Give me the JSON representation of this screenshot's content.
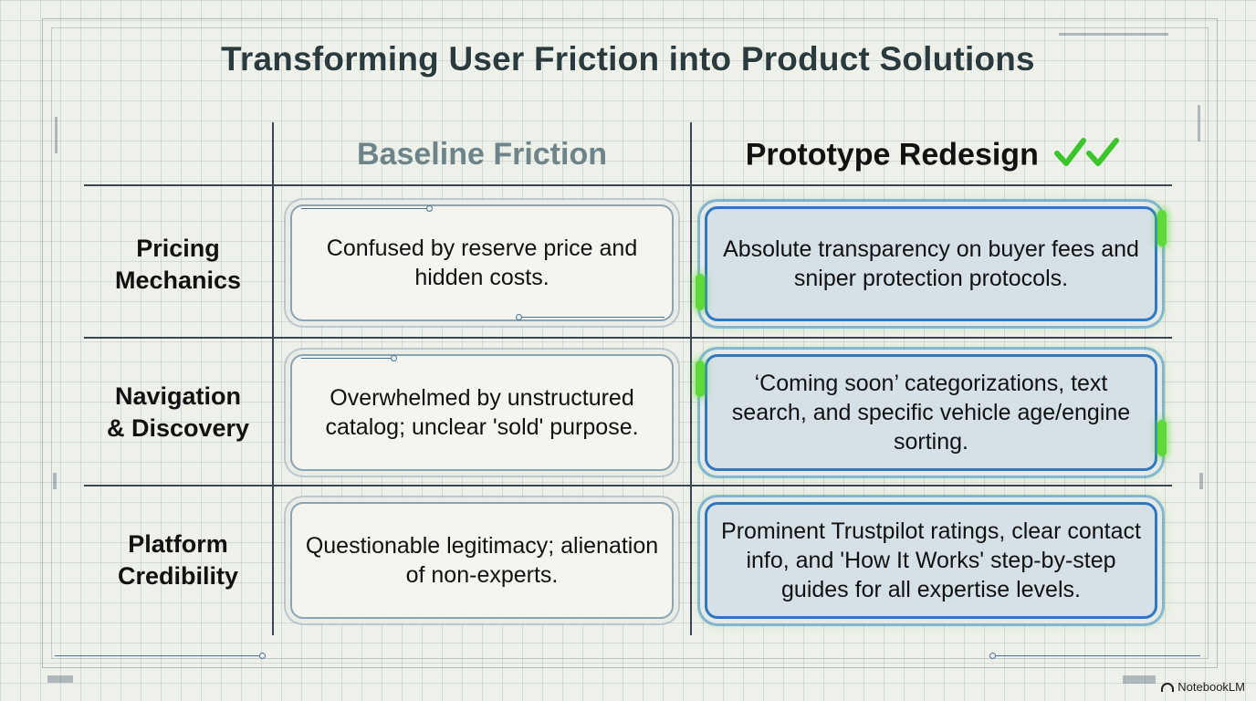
{
  "title": "Transforming User Friction into Product Solutions",
  "columns": {
    "baseline": "Baseline Friction",
    "prototype": "Prototype Redesign"
  },
  "rows": [
    {
      "label_line1": "Pricing",
      "label_line2": "Mechanics",
      "baseline": "Confused by reserve price and hidden costs.",
      "prototype": "Absolute transparency on buyer fees and sniper protection protocols."
    },
    {
      "label_line1": "Navigation",
      "label_line2": "& Discovery",
      "baseline": "Overwhelmed by unstructured catalog; unclear 'sold' purpose.",
      "prototype": "‘Coming soon’ categorizations, text search, and specific vehicle age/engine sorting."
    },
    {
      "label_line1": "Platform",
      "label_line2": "Credibility",
      "baseline": "Questionable legitimacy; alienation of non-experts.",
      "prototype": "Prominent Trustpilot ratings, clear contact info, and 'How It Works' step-by-step guides for all expertise levels."
    }
  ],
  "brand": "NotebookLM",
  "colors": {
    "title": "#2b3a3c",
    "baseline_header": "#6f8489",
    "prototype_border": "#2f78c0",
    "check_green": "#3cc52a",
    "glow_green": "#5fd83a"
  }
}
